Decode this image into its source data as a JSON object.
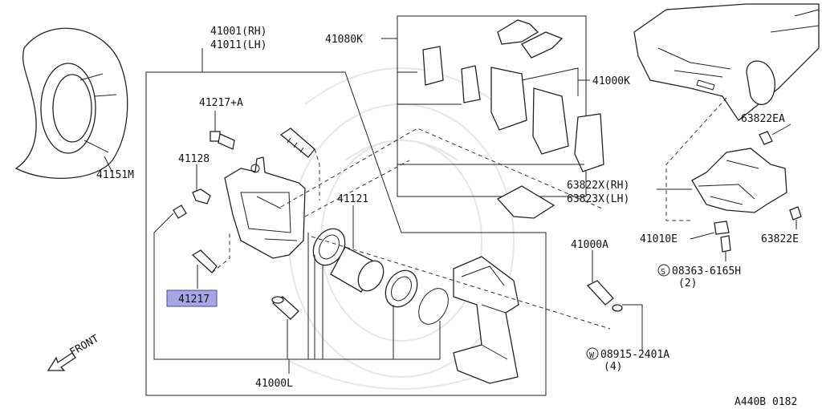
{
  "labels": {
    "shield": "41151M",
    "caliper_rh": "41001(RH)",
    "caliper_lh": "41011(LH)",
    "pin_bolt_top": "41217+A",
    "bleeder": "41128",
    "highlighted": "41217",
    "piston_seal": "41121",
    "caliper_body": "41000L",
    "pad_kit": "41080K",
    "pad": "41000K",
    "splash_rh": "63822X(RH)",
    "splash_lh": "63823X(LH)",
    "clip_ea": "63822EA",
    "grommet": "41010E",
    "clip_e": "63822E",
    "screw": "08363-6165H",
    "screw_qty": "(2)",
    "screw_symbol": "S",
    "bolt": "41000A",
    "washer": "08915-2401A",
    "washer_qty": "(4)",
    "washer_symbol": "W",
    "front": "FRONT",
    "ref": "A440B 0182"
  },
  "colors": {
    "highlight": "#a6a6e6",
    "line": "#222222"
  }
}
